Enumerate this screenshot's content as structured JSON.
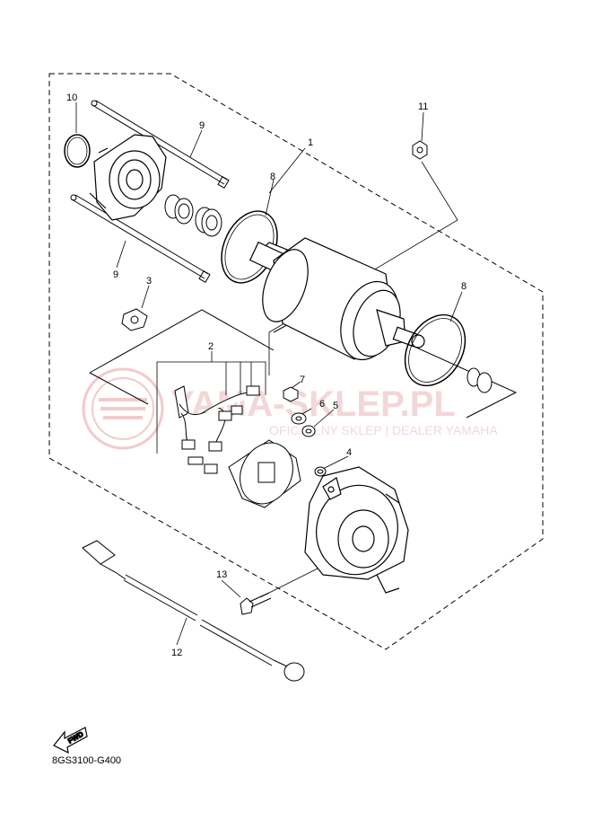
{
  "diagram_code": "8GS3100-G400",
  "fwd_label": "FWD",
  "watermark": {
    "main": "YAMA-SKLEP.PL",
    "sub": "OFICJALNY SKLEP | DEALER YAMAHA"
  },
  "callouts": {
    "c1": "1",
    "c2": "2",
    "c3": "3",
    "c4": "4",
    "c5": "5",
    "c6": "6",
    "c7": "7",
    "c8a": "8",
    "c8b": "8",
    "c9a": "9",
    "c9b": "9",
    "c10": "10",
    "c11": "11",
    "c12": "12",
    "c13": "13"
  },
  "colors": {
    "line": "#000000",
    "watermark": "#e8b8b8"
  }
}
